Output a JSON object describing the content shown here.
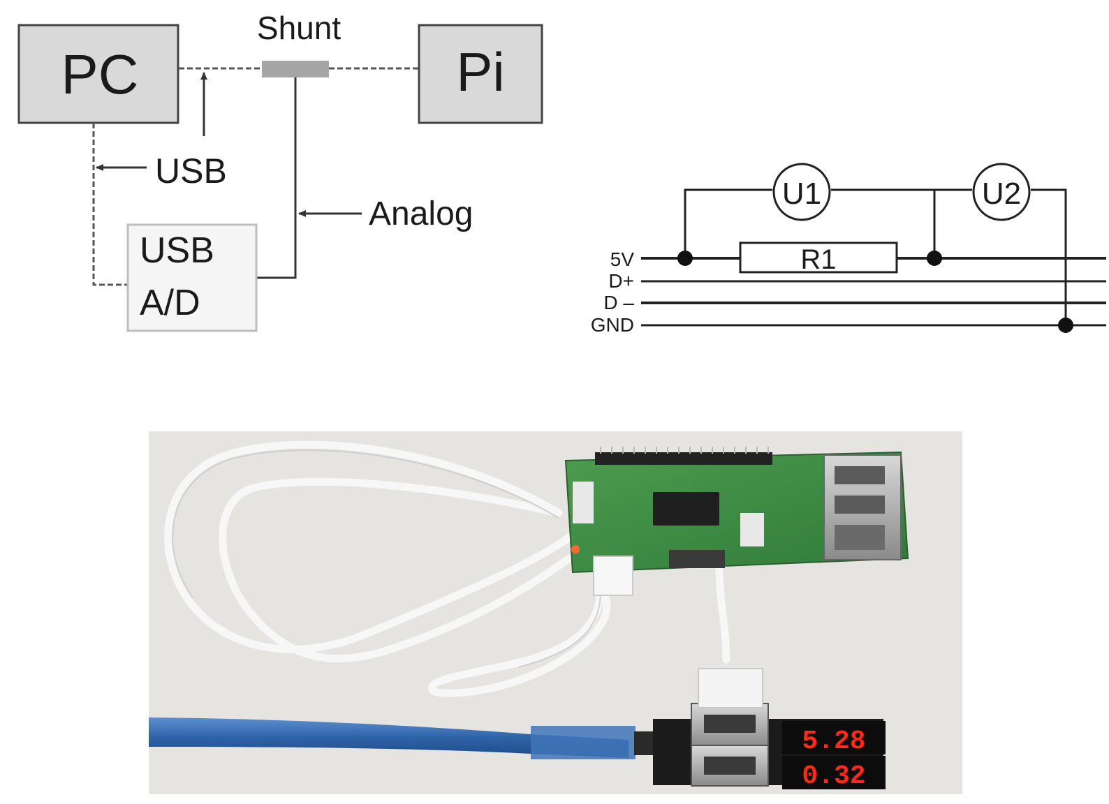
{
  "block_diagram": {
    "pc": "PC",
    "pi": "Pi",
    "shunt": "Shunt",
    "usb": "USB",
    "analog": "Analog",
    "adc_line1": "USB",
    "adc_line2": "A/D"
  },
  "circuit": {
    "meter1": "U1",
    "meter2": "U2",
    "resistor": "R1",
    "line_5v": "5V",
    "line_dplus": "D+",
    "line_dminus": "D –",
    "line_gnd": "GND"
  },
  "photo": {
    "display_voltage": "5.28",
    "display_current": "0.32"
  },
  "colors": {
    "box_fill": "#d9d9d9",
    "box_stroke": "#444444",
    "shunt_fill": "#a6a6a6",
    "photo_bg": "#e6e4e1",
    "pcb_green": "#3f8f45",
    "usb_cable_blue": "#3a6fb0",
    "led_red": "#ff2a1a"
  }
}
